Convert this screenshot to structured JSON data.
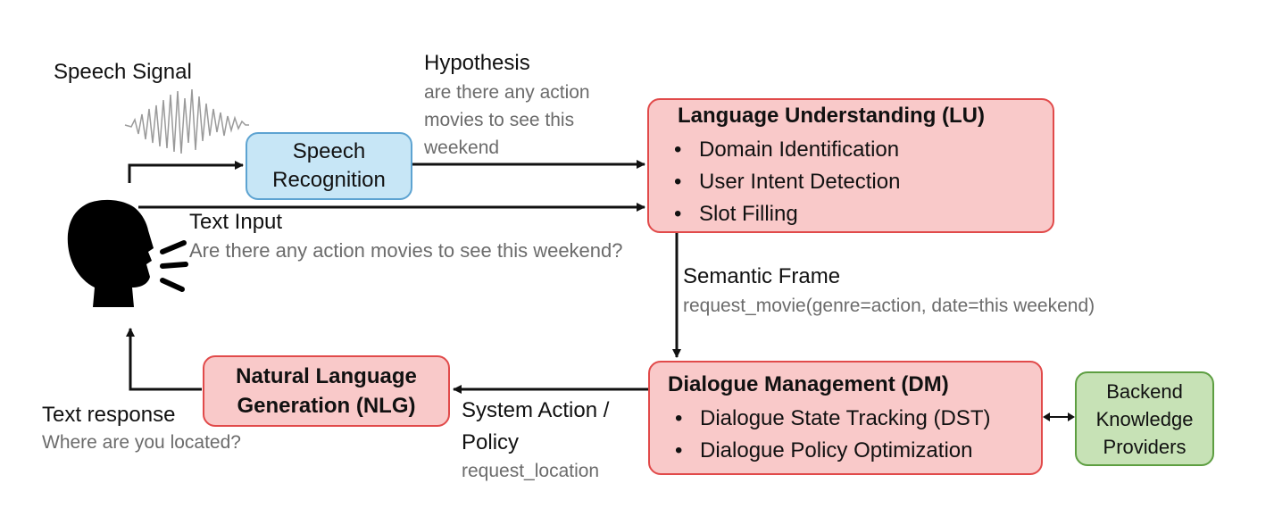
{
  "speech": {
    "title": "Speech Signal"
  },
  "hypothesis": {
    "title": "Hypothesis",
    "lines": [
      "are there any action",
      "movies to see this",
      "weekend"
    ]
  },
  "asr": {
    "line1": "Speech",
    "line2": "Recognition"
  },
  "text_input": {
    "title": "Text Input",
    "text": "Are there any action movies to see this weekend?"
  },
  "lu": {
    "title": "Language Understanding (LU)",
    "items": [
      "Domain Identification",
      "User Intent Detection",
      "Slot Filling"
    ]
  },
  "semantic_frame": {
    "title": "Semantic Frame",
    "text": "request_movie(genre=action, date=this weekend)"
  },
  "dm": {
    "title": "Dialogue Management (DM)",
    "items": [
      "Dialogue State Tracking (DST)",
      "Dialogue Policy Optimization"
    ]
  },
  "backend": {
    "lines": [
      "Backend",
      "Knowledge",
      "Providers"
    ]
  },
  "system_action": {
    "line1": "System Action /",
    "line2": "Policy",
    "text": "request_location"
  },
  "nlg": {
    "line1": "Natural Language",
    "line2": "Generation (NLG)"
  },
  "text_response": {
    "title": "Text response",
    "text": "Where are you located?"
  },
  "bullet_glyph": "•",
  "colors": {
    "module_fill": "#f9c9c9",
    "module_border": "#e14a4a",
    "asr_fill": "#c7e6f6",
    "asr_border": "#5da3d1",
    "backend_fill": "#c7e2b6",
    "backend_border": "#5d9e41",
    "annotation_text": "#6b6b6b"
  }
}
